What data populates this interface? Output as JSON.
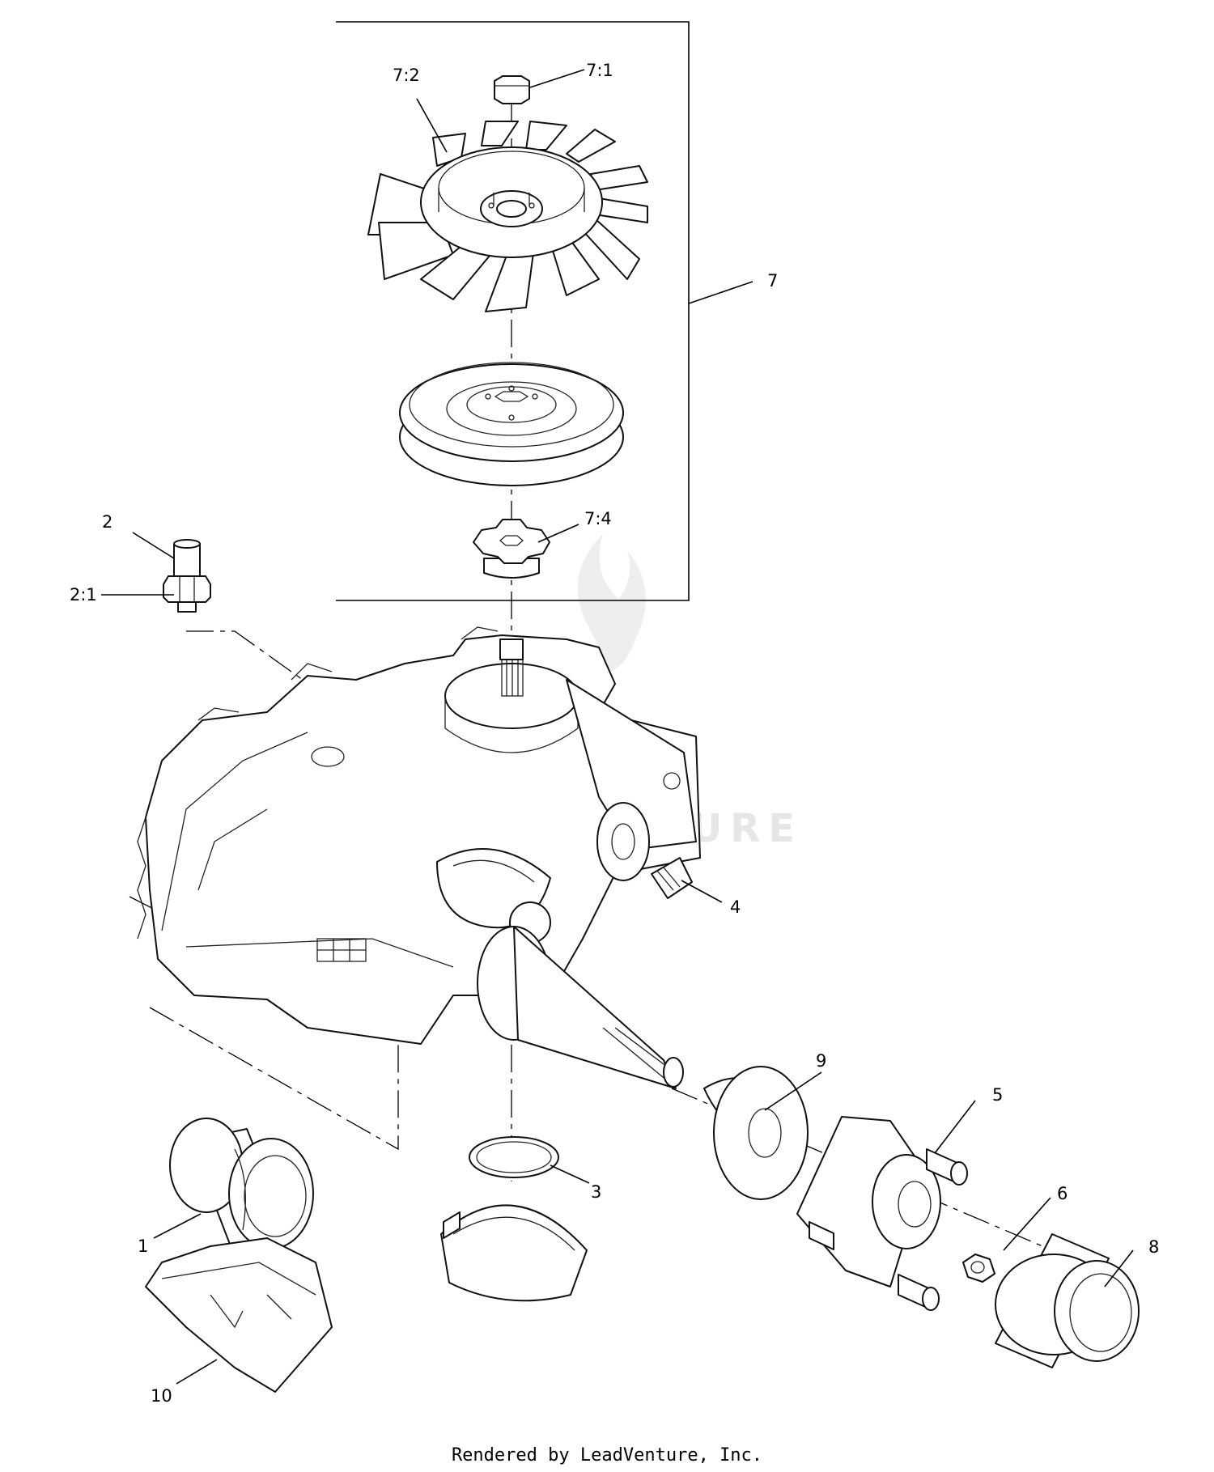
{
  "diagram": {
    "callouts": [
      "7:1",
      "7:2",
      "7",
      "7:4",
      "2",
      "2:1",
      "4",
      "9",
      "5",
      "3",
      "6",
      "1",
      "8",
      "10"
    ],
    "watermark": "LEADVENTURE",
    "footer": "Rendered by LeadVenture, Inc."
  }
}
